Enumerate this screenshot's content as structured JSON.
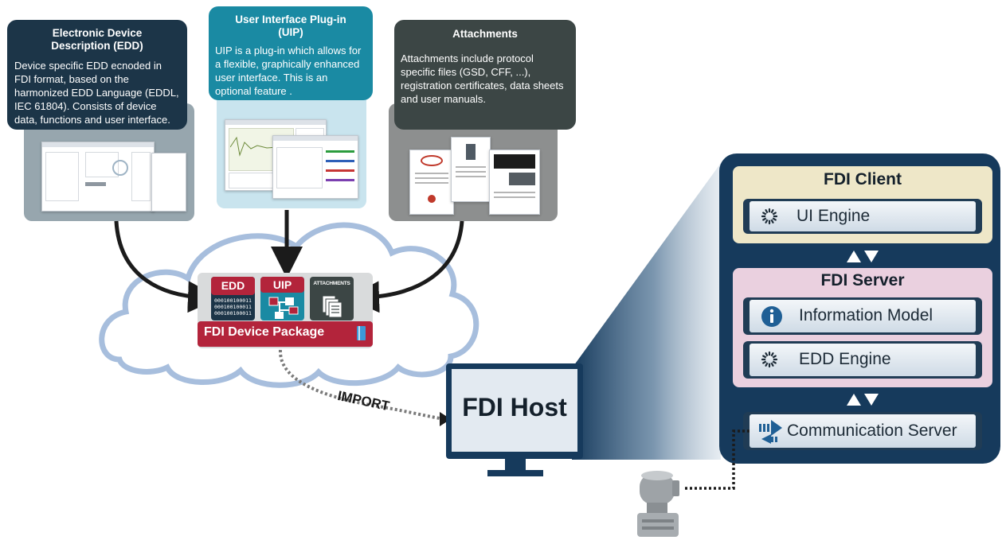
{
  "edd_callout": {
    "title": "Electronic Device Description (EDD)",
    "body": "Device specific EDD ecnoded in FDI format, based on the harmonized EDD Language (EDDL, IEC 61804). Consists of device data, functions and user interface."
  },
  "uip_callout": {
    "title": "User Interface Plug-in (UIP)",
    "body": "UIP is a plug-in which allows for a flexible, graphically enhanced user interface. This is an optional feature ."
  },
  "attachments_callout": {
    "title": "Attachments",
    "body": "Attachments include protocol specific files (GSD, CFF, ...), registration certificates, data sheets and user manuals."
  },
  "package": {
    "edd_label": "EDD",
    "uip_label": "UIP",
    "attachments_label": "ATTACHMENTS",
    "binary_lines": [
      "000100100011",
      "000100100011",
      "000100100011"
    ],
    "title": "FDI Device Package"
  },
  "import_label": "IMPORT",
  "host_label": "FDI Host",
  "client": {
    "title": "FDI Client",
    "ui_engine": "UI Engine"
  },
  "server": {
    "title": "FDI Server",
    "information_model": "Information Model",
    "edd_engine": "EDD Engine"
  },
  "communication_server": "Communication Server",
  "colors": {
    "edd_dark": "#1c3548",
    "uip_teal": "#1a8aa3",
    "attachments_dark": "#3c4645",
    "package_red": "#b3243b",
    "cloud_outline": "#a7bedd",
    "host_navy": "#163a5c",
    "client_bg": "#eee7c8",
    "server_bg": "#ead0df",
    "bar_bg": "#dfe8f1"
  }
}
